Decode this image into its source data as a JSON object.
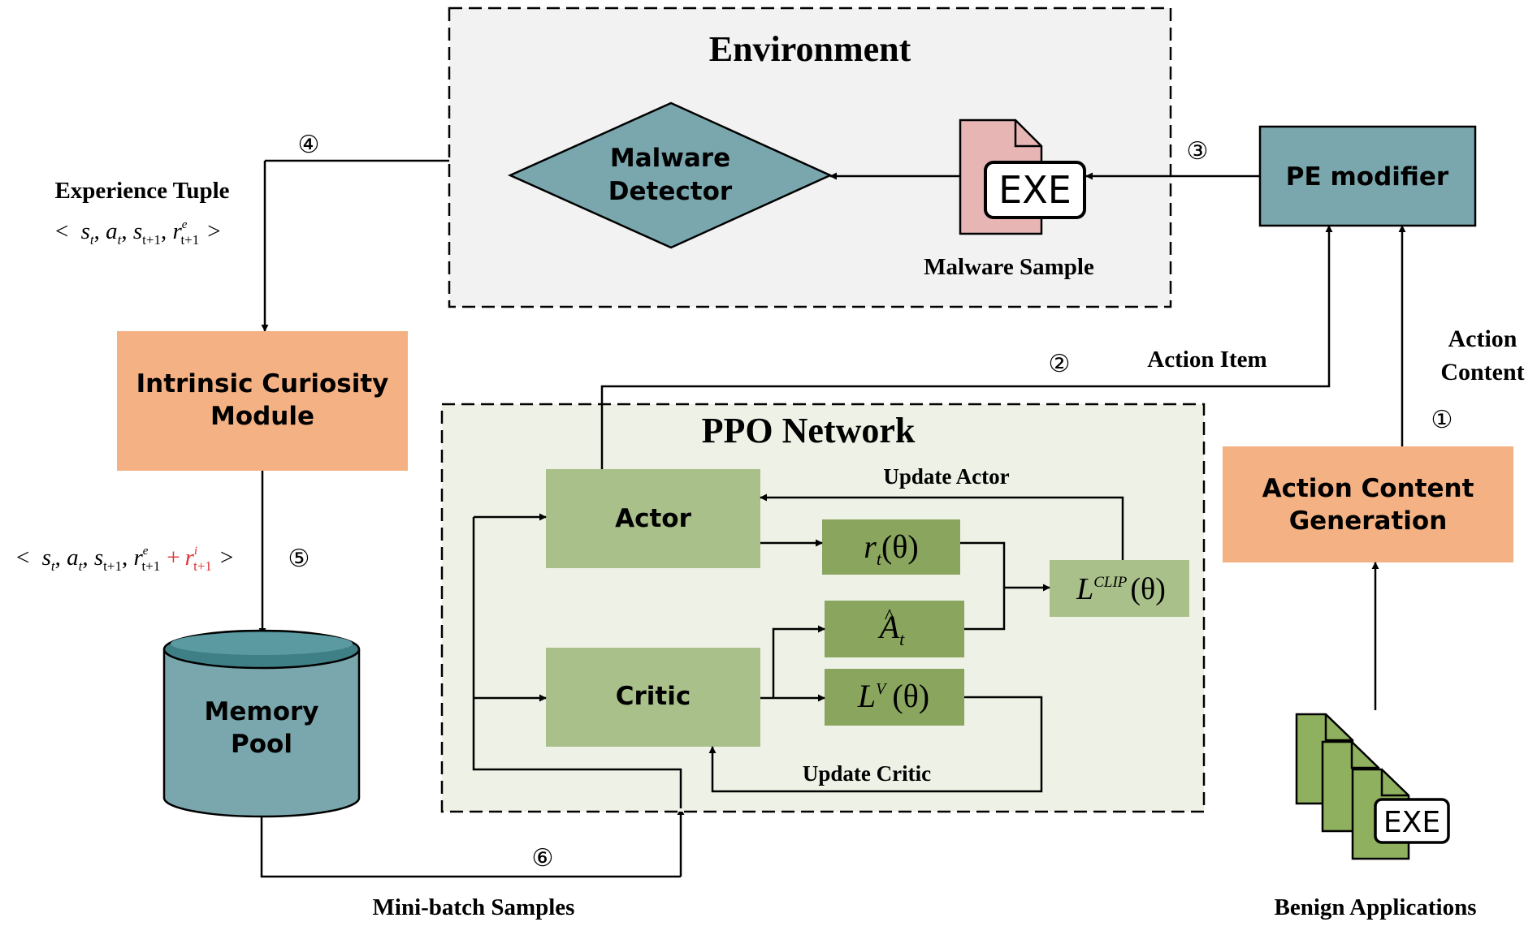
{
  "environment": {
    "title": "Environment",
    "detector_line1": "Malware",
    "detector_line2": "Detector",
    "sample_label": "Malware Sample",
    "exe_text": "EXE"
  },
  "pe_modifier": {
    "label": "PE modifier"
  },
  "action_content_generation": {
    "line1": "Action Content",
    "line2": "Generation"
  },
  "benign": {
    "label": "Benign Applications",
    "exe_text": "EXE"
  },
  "icm": {
    "line1": "Intrinsic Curiosity",
    "line2": "Module"
  },
  "memory_pool": {
    "line1": "Memory",
    "line2": "Pool"
  },
  "ppo": {
    "title": "PPO Network",
    "actor": "Actor",
    "critic": "Critic",
    "update_actor": "Update Actor",
    "update_critic": "Update Critic",
    "ratio": {
      "base": "r",
      "sub": "t",
      "arg": "(θ)"
    },
    "advantage": {
      "base": "A",
      "hat": "^",
      "sub": "t"
    },
    "lclip": {
      "base": "L",
      "sup": "CLIP",
      "arg": "(θ)"
    },
    "lv": {
      "base": "L",
      "sup": "V",
      "arg": "(θ)"
    }
  },
  "labels": {
    "experience_tuple": "Experience Tuple",
    "action_item": "Action Item",
    "action_content_line1": "Action",
    "action_content_line2": "Content",
    "mini_batch": "Mini-batch Samples"
  },
  "tuple_plain": {
    "open": "<",
    "s": "s",
    "s_sub": "t",
    "a": "a",
    "a_sub": "t",
    "s2": "s",
    "s2_sub": "t+1",
    "r": "r",
    "r_sup": "e",
    "r_sub": "t+1",
    "close": ">"
  },
  "tuple_augmented": {
    "open": "<",
    "s": "s",
    "s_sub": "t",
    "a": "a",
    "a_sub": "t",
    "s2": "s",
    "s2_sub": "t+1",
    "r": "r",
    "r_sup": "e",
    "r_sub": "t+1",
    "plus": "+",
    "ri": "r",
    "ri_sup": "i",
    "ri_sub": "t+1",
    "close": ">"
  },
  "steps": [
    "①",
    "②",
    "③",
    "④",
    "⑤",
    "⑥"
  ],
  "colors": {
    "teal_box": "#7aa7ae",
    "orange_box": "#f4b183",
    "light_green": "#a9c08a",
    "dark_green": "#8aa55e",
    "env_bg": "#f2f2f2",
    "ppo_bg": "#eef2e6",
    "red_term": "#e03030",
    "exe_pink": "#e8b5b5",
    "exe_green": "#8fb05e"
  }
}
